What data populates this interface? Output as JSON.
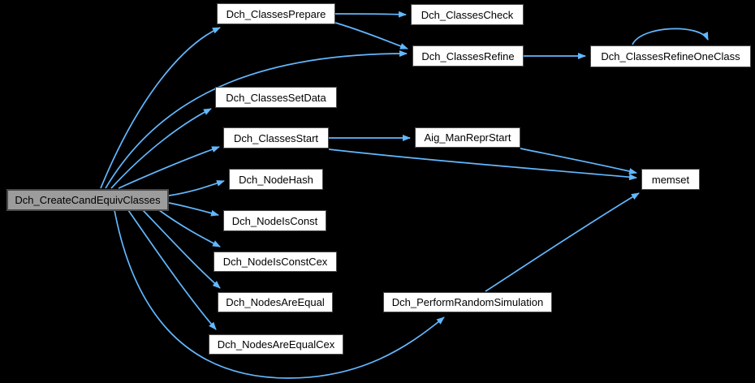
{
  "diagram": {
    "type": "call-graph",
    "colors": {
      "background": "#000000",
      "edge": "#63b8ff",
      "node_fill": "#ffffff",
      "node_border": "#4a4a4a",
      "root_fill": "#9c9c9c",
      "text": "#000000"
    },
    "nodes": [
      {
        "id": "root",
        "label": "Dch_CreateCandEquivClasses",
        "role": "current"
      },
      {
        "id": "prepare",
        "label": "Dch_ClassesPrepare"
      },
      {
        "id": "check",
        "label": "Dch_ClassesCheck"
      },
      {
        "id": "refine",
        "label": "Dch_ClassesRefine"
      },
      {
        "id": "refineoneclass",
        "label": "Dch_ClassesRefineOneClass"
      },
      {
        "id": "setdata",
        "label": "Dch_ClassesSetData"
      },
      {
        "id": "start",
        "label": "Dch_ClassesStart"
      },
      {
        "id": "aigmanreprstart",
        "label": "Aig_ManReprStart"
      },
      {
        "id": "nodehash",
        "label": "Dch_NodeHash"
      },
      {
        "id": "memset",
        "label": "memset"
      },
      {
        "id": "nodeisconst",
        "label": "Dch_NodeIsConst"
      },
      {
        "id": "nodeisconstcex",
        "label": "Dch_NodeIsConstCex"
      },
      {
        "id": "nodesareequal",
        "label": "Dch_NodesAreEqual"
      },
      {
        "id": "nodesareequalcex",
        "label": "Dch_NodesAreEqualCex"
      },
      {
        "id": "performrandomsim",
        "label": "Dch_PerformRandomSimulation"
      }
    ],
    "edges": [
      {
        "from": "root",
        "to": "prepare"
      },
      {
        "from": "root",
        "to": "refine"
      },
      {
        "from": "root",
        "to": "setdata"
      },
      {
        "from": "root",
        "to": "start"
      },
      {
        "from": "root",
        "to": "nodehash"
      },
      {
        "from": "root",
        "to": "nodeisconst"
      },
      {
        "from": "root",
        "to": "nodeisconstcex"
      },
      {
        "from": "root",
        "to": "nodesareequal"
      },
      {
        "from": "root",
        "to": "nodesareequalcex"
      },
      {
        "from": "root",
        "to": "performrandomsim"
      },
      {
        "from": "prepare",
        "to": "check"
      },
      {
        "from": "prepare",
        "to": "refine"
      },
      {
        "from": "refine",
        "to": "refineoneclass"
      },
      {
        "from": "refineoneclass",
        "to": "refineoneclass"
      },
      {
        "from": "start",
        "to": "aigmanreprstart"
      },
      {
        "from": "start",
        "to": "memset"
      },
      {
        "from": "aigmanreprstart",
        "to": "memset"
      },
      {
        "from": "performrandomsim",
        "to": "memset"
      }
    ]
  }
}
